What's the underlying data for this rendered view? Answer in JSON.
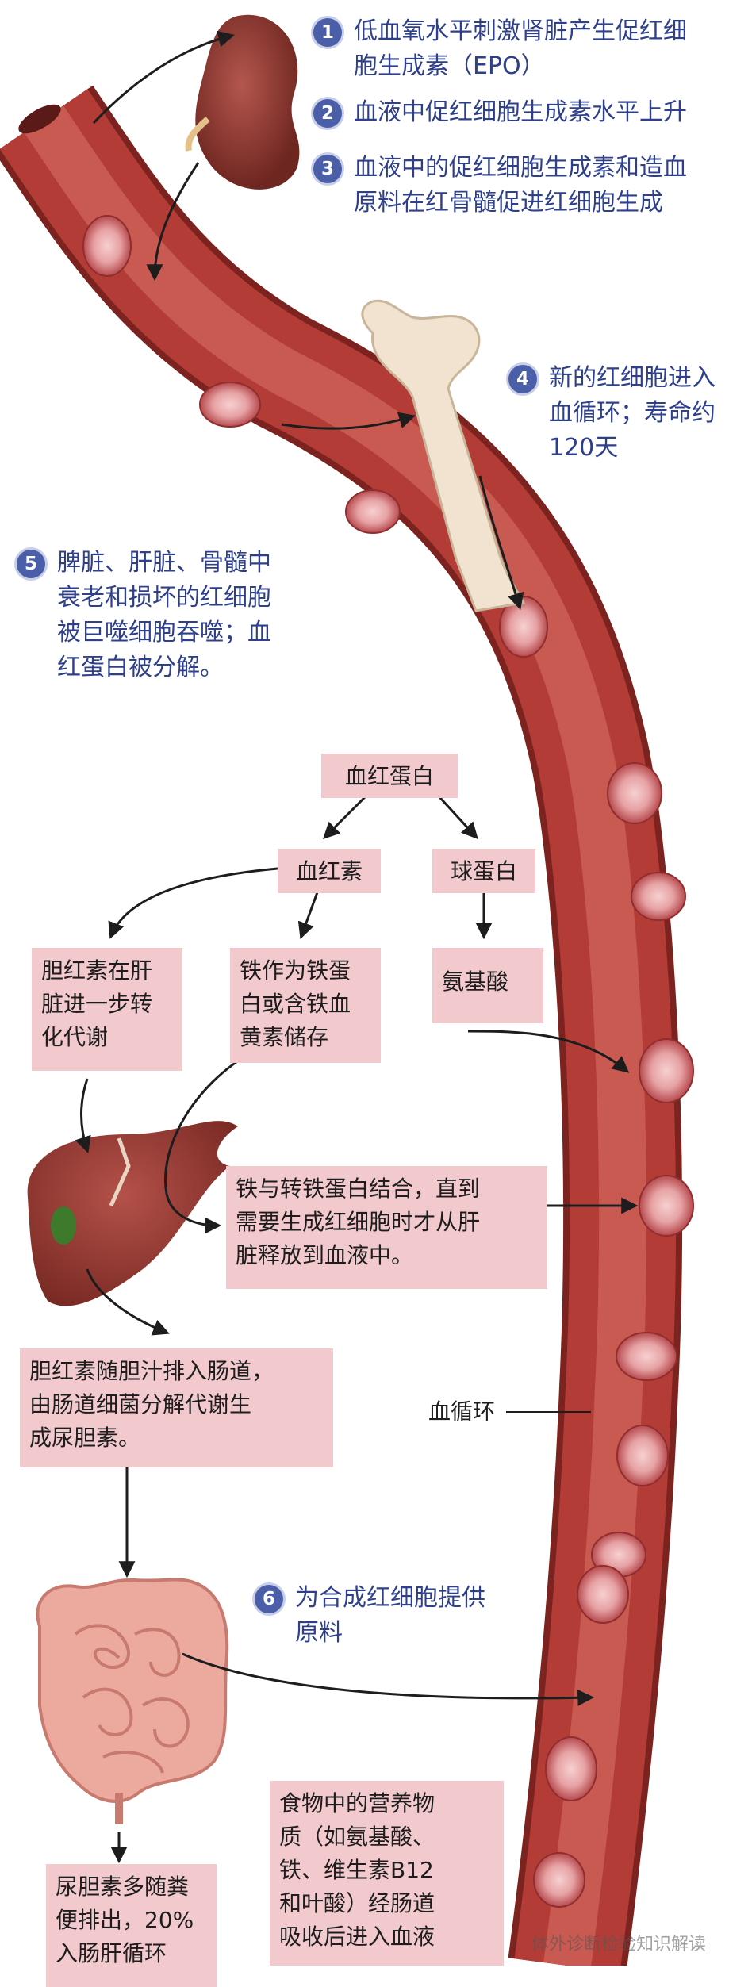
{
  "steps": [
    {
      "num": "1",
      "text": "低血氧水平刺激肾脏产生促红细\n胞生成素（EPO）"
    },
    {
      "num": "2",
      "text": "血液中促红细胞生成素水平上升"
    },
    {
      "num": "3",
      "text": "血液中的促红细胞生成素和造血\n原料在红骨髓促进红细胞生成"
    },
    {
      "num": "4",
      "text": "新的红细胞进入\n血循环；寿命约\n120天"
    },
    {
      "num": "5",
      "text": "脾脏、肝脏、骨髓中\n衰老和损坏的红细胞\n被巨噬细胞吞噬；血\n红蛋白被分解。"
    },
    {
      "num": "6",
      "text": "为合成红细胞提供\n原料"
    }
  ],
  "boxes": {
    "hemoglobin": "血红蛋白",
    "heme": "血红素",
    "globin": "球蛋白",
    "bilirubin_liver": "胆红素在肝\n脏进一步转\n化代谢",
    "iron_storage": "铁作为铁蛋\n白或含铁血\n黄素储存",
    "amino_acids": "氨基酸",
    "transferrin": "铁与转铁蛋白结合，直到\n需要生成红细胞时才从肝\n脏释放到血液中。",
    "bile": "胆红素随胆汁排入肠道，\n由肠道细菌分解代谢生\n成尿胆素。",
    "urobilin": "尿胆素多随粪\n便排出，20%\n入肠肝循环",
    "nutrients": "食物中的营养物\n质（如氨基酸、\n铁、维生素B12\n和叶酸）经肠道\n吸收后进入血液"
  },
  "circulation_label": "血循环",
  "watermark": "体外诊断检验知识解读",
  "colors": {
    "vessel": "#b33d36",
    "vessel_inner": "#d9736a",
    "box_fill": "#f2c9cc",
    "step_text": "#2e3f8c",
    "badge": "#4b5ea8"
  }
}
